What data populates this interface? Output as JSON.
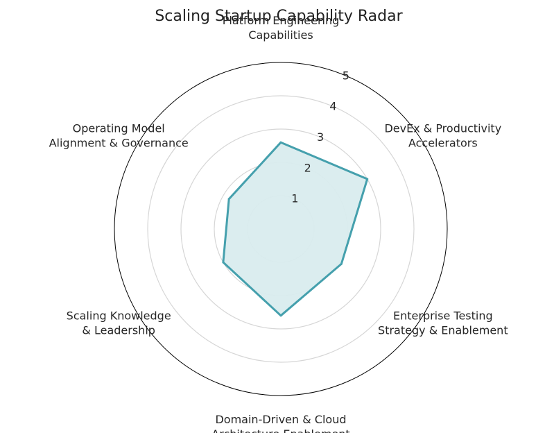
{
  "chart_data": {
    "type": "radar",
    "title": "Scaling Startup Capability Radar",
    "axes": [
      [
        "Platform Engineering",
        "Capabilities"
      ],
      [
        "DevEx & Productivity",
        "Accelerators"
      ],
      [
        "Enterprise Testing",
        "Strategy & Enablement"
      ],
      [
        "Domain-Driven & Cloud",
        "Architecture Enablement"
      ],
      [
        "Scaling Knowledge",
        "& Leadership"
      ],
      [
        "Operating Model",
        "Alignment & Governance"
      ]
    ],
    "values": [
      2.6,
      3.0,
      2.1,
      2.6,
      2.0,
      1.8
    ],
    "rticks": [
      "1",
      "2",
      "3",
      "4",
      "5"
    ],
    "rmin": 0,
    "rmax": 5,
    "grid": true,
    "colors": {
      "line": "#45a0ad",
      "fill": "#d9ecee",
      "grid": "#d6d6d6",
      "outer": "#000000"
    }
  }
}
